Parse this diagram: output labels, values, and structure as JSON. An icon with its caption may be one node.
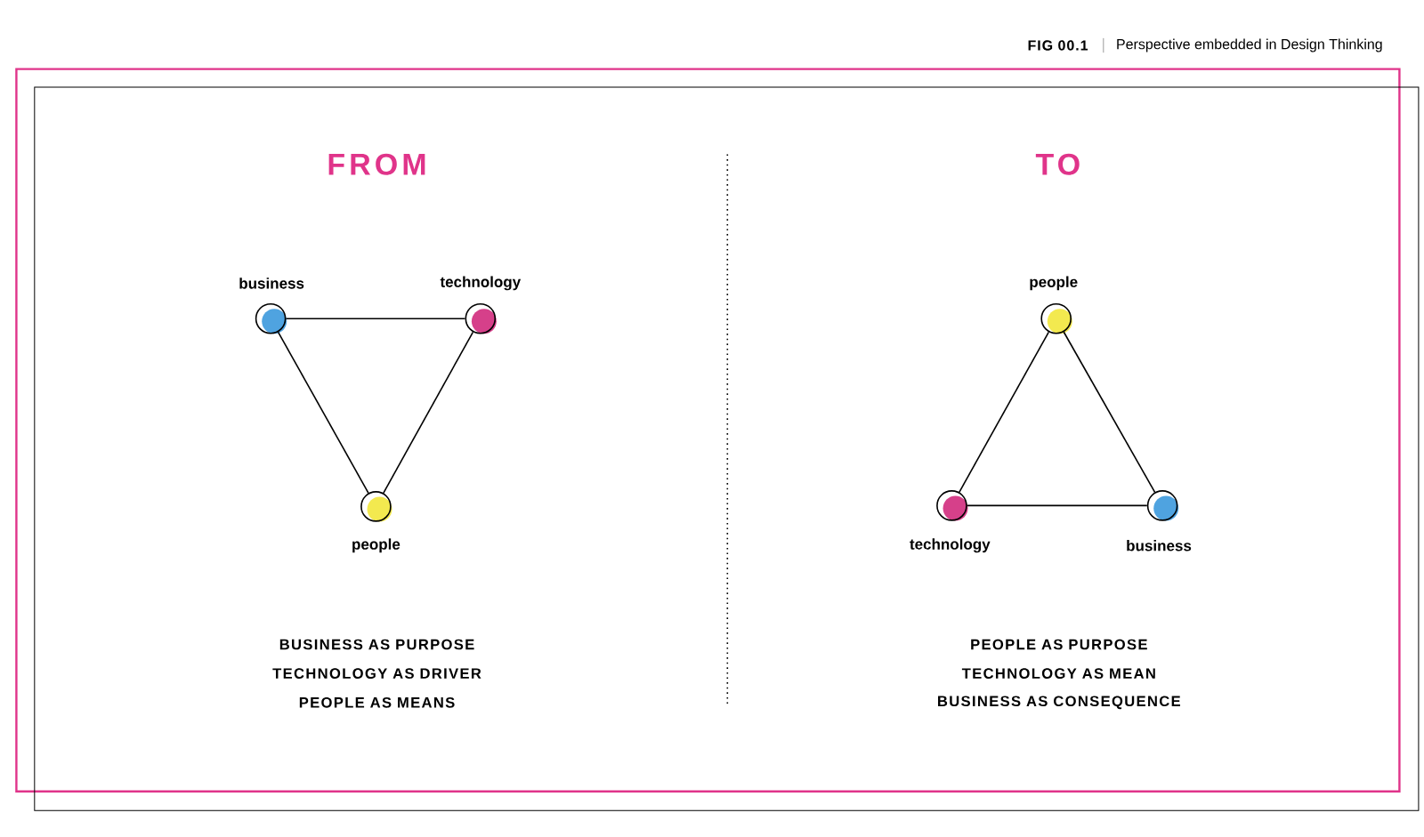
{
  "diagram": {
    "title": "Perspective embedded in Design Thinking",
    "nodes": [
      {
        "text": [
          "business"
        ]
      },
      {
        "text": [
          "technology"
        ]
      },
      {
        "text": [
          "people"
        ]
      },
      {
        "text": [
          "people"
        ]
      },
      {
        "text": [
          "technology"
        ]
      },
      {
        "text": [
          "business"
        ]
      }
    ],
    "edges": [
      {
        "from": 0,
        "to": 1,
        "arrow": "none"
      },
      {
        "from": 1,
        "to": 2,
        "arrow": "none"
      },
      {
        "from": 0,
        "to": 2,
        "arrow": "none"
      },
      {
        "from": 3,
        "to": 4,
        "arrow": "none"
      },
      {
        "from": 3,
        "to": 5,
        "arrow": "none"
      },
      {
        "from": 4,
        "to": 5,
        "arrow": "none"
      }
    ],
    "labels": [
      "FIG 00.1",
      "FROM",
      "TO",
      "BUSINESS AS PURPOSE",
      "TECHNOLOGY AS DRIVER",
      "PEOPLE AS MEANS",
      "PEOPLE AS PURPOSE",
      "TECHNOLOGY AS MEAN",
      "BUSINESS AS CONSEQUENCE"
    ]
  }
}
